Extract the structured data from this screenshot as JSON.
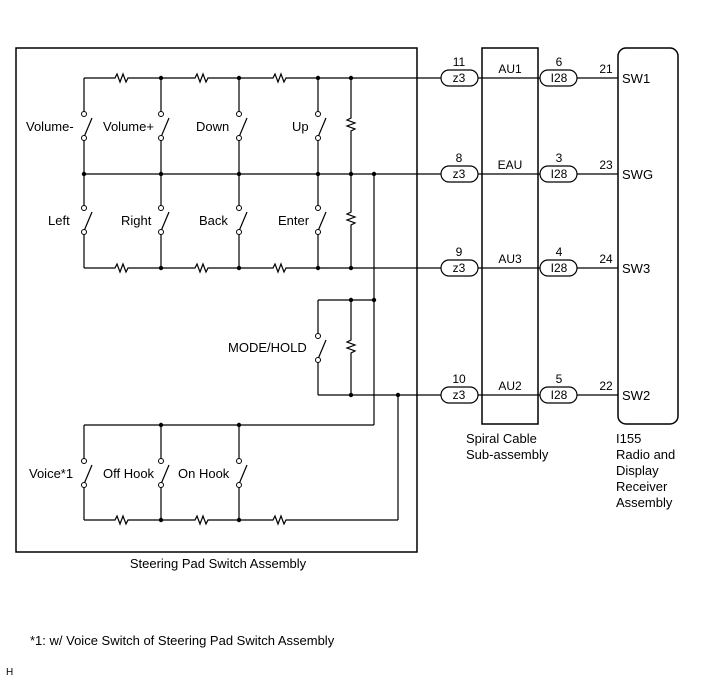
{
  "steering_assembly": {
    "label": "Steering Pad Switch Assembly",
    "switches_row1": [
      "Volume-",
      "Volume+",
      "Down",
      "Up"
    ],
    "switches_row2": [
      "Left",
      "Right",
      "Back",
      "Enter"
    ],
    "mode_switch": "MODE/HOLD",
    "switches_row3": [
      "Voice*1",
      "Off Hook",
      "On Hook"
    ]
  },
  "connectors": [
    {
      "pin_in": "11",
      "conn_in": "z3",
      "signal": "AU1",
      "pin_out": "6",
      "conn_out": "I28",
      "pin_rx": "21",
      "rx_signal": "SW1"
    },
    {
      "pin_in": "8",
      "conn_in": "z3",
      "signal": "EAU",
      "pin_out": "3",
      "conn_out": "I28",
      "pin_rx": "23",
      "rx_signal": "SWG"
    },
    {
      "pin_in": "9",
      "conn_in": "z3",
      "signal": "AU3",
      "pin_out": "4",
      "conn_out": "I28",
      "pin_rx": "24",
      "rx_signal": "SW3"
    },
    {
      "pin_in": "10",
      "conn_in": "z3",
      "signal": "AU2",
      "pin_out": "5",
      "conn_out": "I28",
      "pin_rx": "22",
      "rx_signal": "SW2"
    }
  ],
  "spiral_cable": {
    "line1": "Spiral Cable",
    "line2": "Sub-assembly"
  },
  "receiver": {
    "code": "I155",
    "line1": "Radio and",
    "line2": "Display",
    "line3": "Receiver",
    "line4": "Assembly"
  },
  "footnote": "*1: w/ Voice Switch of Steering Pad Switch Assembly",
  "corner_mark": "H"
}
